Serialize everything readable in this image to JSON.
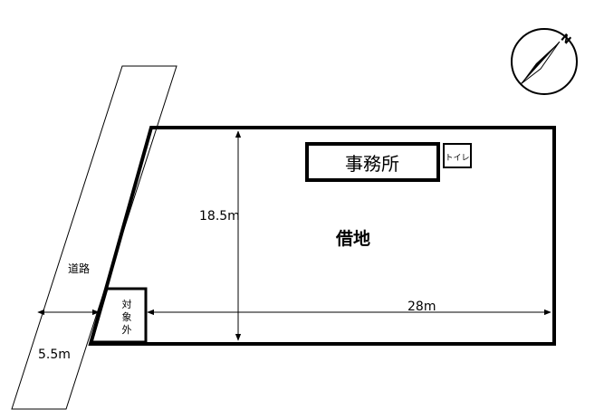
{
  "labels": {
    "road": "道路",
    "road_width": "5.5m",
    "depth": "18.5m",
    "length": "28m",
    "office": "事務所",
    "toilet": "トイレ",
    "leased_land": "借地",
    "excluded_chars": [
      "対",
      "象",
      "外"
    ],
    "north": "N"
  }
}
